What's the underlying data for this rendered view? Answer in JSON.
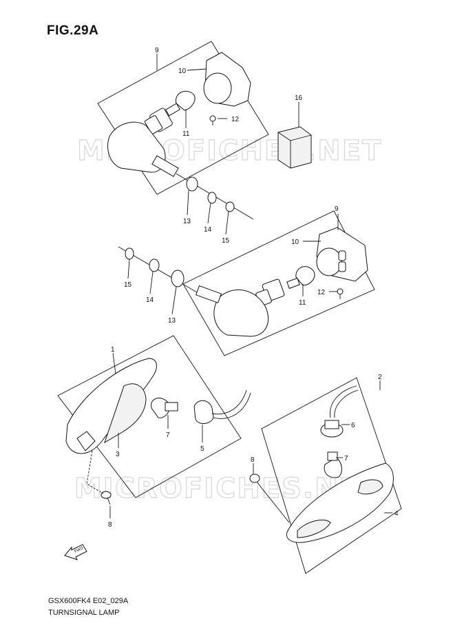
{
  "figure": {
    "title": "FIG.29A"
  },
  "watermark": "MICROFICHES.NET",
  "footer": {
    "code": "GSX600FK4 E02_029A",
    "name": "TURNSIGNAL LAMP"
  },
  "forward_arrow": {
    "label": "FWD"
  },
  "callouts": {
    "c9a": "9",
    "c10a": "10",
    "c11a": "11",
    "c12a": "12",
    "c16": "16",
    "c13a": "13",
    "c14a": "14",
    "c15a": "15",
    "c9b": "9",
    "c10b": "10",
    "c11b": "11",
    "c12b": "12",
    "c15b": "15",
    "c14b": "14",
    "c13b": "13",
    "c1": "1",
    "c3": "3",
    "c7a": "7",
    "c5": "5",
    "c8a": "8",
    "c2": "2",
    "c6": "6",
    "c7b": "7",
    "c8b": "8",
    "c4": "4"
  }
}
